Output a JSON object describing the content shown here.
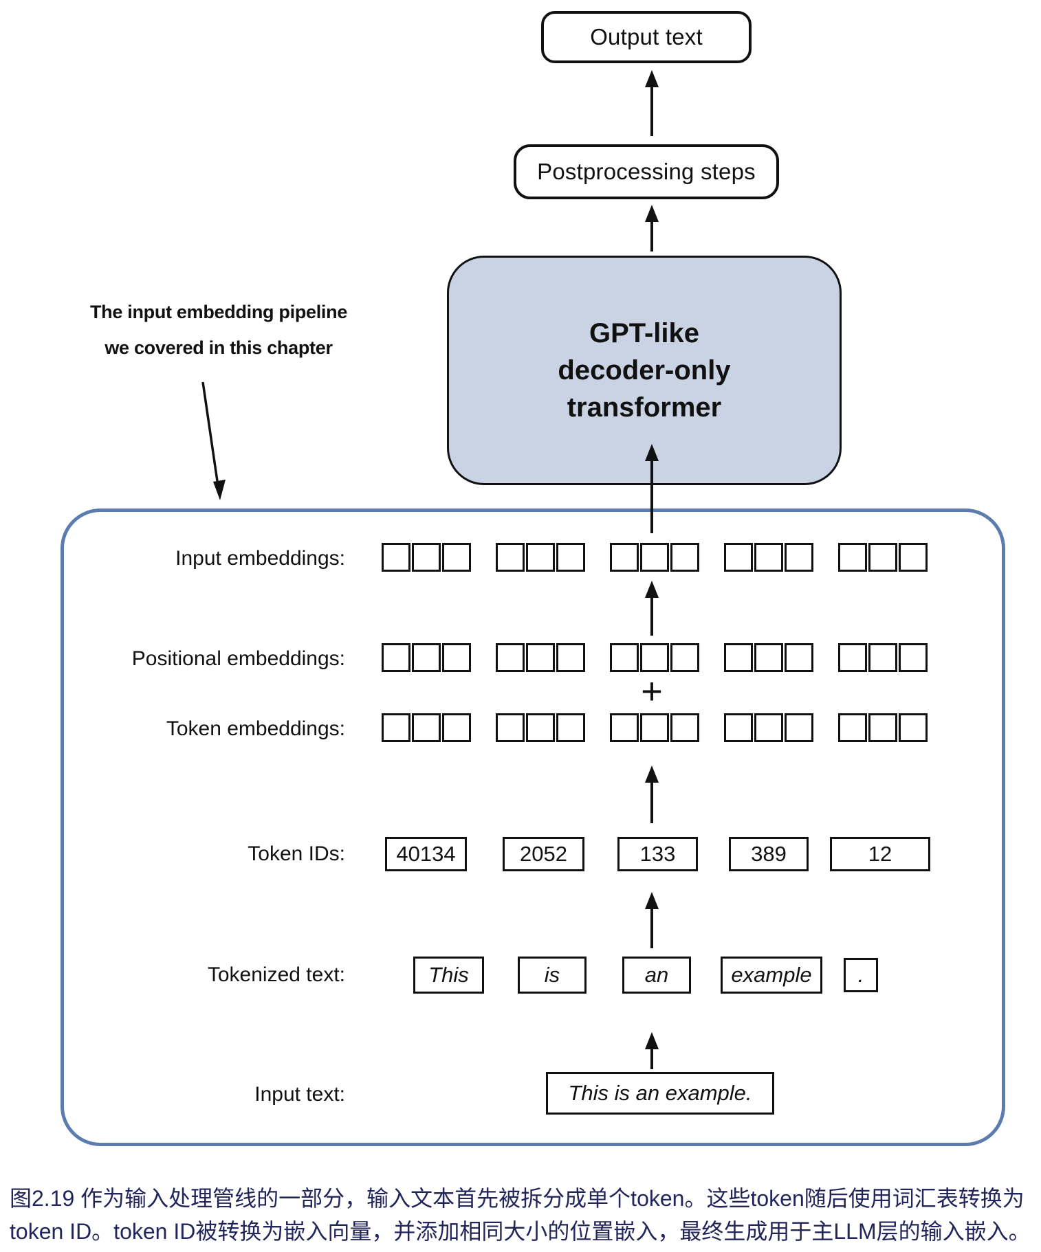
{
  "diagram": {
    "output_box": "Output text",
    "postprocessing_box": "Postprocessing steps",
    "gpt_lines": [
      "GPT-like",
      "decoder-only",
      "transformer"
    ],
    "annotation_lines": [
      "The input embedding pipeline",
      "we covered in this chapter"
    ],
    "plus_sign": "+",
    "row_labels": {
      "input_embeddings": "Input embeddings:",
      "positional_embeddings": "Positional embeddings:",
      "token_embeddings": "Token embeddings:",
      "token_ids": "Token IDs:",
      "tokenized_text": "Tokenized text:",
      "input_text": "Input text:"
    },
    "embedding_structure": {
      "groups_per_row": 5,
      "cells_per_group": 3,
      "rows": 3
    },
    "token_ids": [
      "40134",
      "2052",
      "133",
      "389",
      "12"
    ],
    "tokens": [
      "This",
      "is",
      "an",
      "example",
      "."
    ],
    "input_text_value": "This is an example."
  },
  "caption": {
    "line1": "图2.19 作为输入处理管线的一部分，输入文本首先被拆分成单个token。这些token随后使用词汇表转换为",
    "line2": "token ID。token ID被转换为嵌入向量，并添加相同大小的位置嵌入，最终生成用于主LLM层的输入嵌入。"
  },
  "colors": {
    "container_border": "#5b7cae",
    "gpt_fill": "#c9d3e3",
    "caption_text": "#22255a",
    "line_color": "#111111"
  }
}
